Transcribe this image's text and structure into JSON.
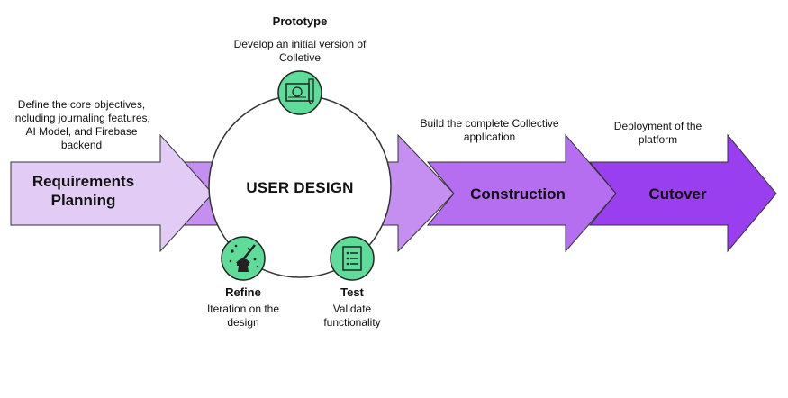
{
  "colors": {
    "requirements": "#e2ccf5",
    "link_arrow": "#c48ff0",
    "construction": "#b66ef0",
    "cutover": "#9a3fef",
    "icon_fill": "#5fdc99",
    "outline": "#333333"
  },
  "requirements": {
    "description": "Define the core objectives, including journaling features, AI Model, and Firebase backend",
    "title": "Requirements Planning"
  },
  "user_design": {
    "title": "USER DESIGN",
    "prototype": {
      "title": "Prototype",
      "description": "Develop an initial version of Colletive",
      "icon": "blueprint-icon"
    },
    "refine": {
      "title": "Refine",
      "description": "Iteration on the design",
      "icon": "magic-wand-icon"
    },
    "test": {
      "title": "Test",
      "description": "Validate functionality",
      "icon": "checklist-icon"
    }
  },
  "construction": {
    "description": "Build the complete Collective application",
    "title": "Construction"
  },
  "cutover": {
    "description": "Deployment of the platform",
    "title": "Cutover"
  }
}
